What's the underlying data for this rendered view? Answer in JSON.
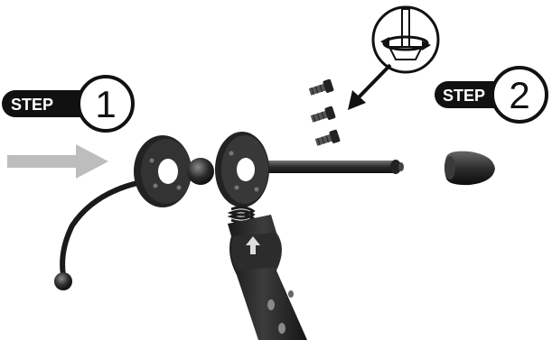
{
  "steps": [
    {
      "word": "STEP",
      "number": "1"
    },
    {
      "word": "STEP",
      "number": "2"
    }
  ],
  "colors": {
    "badge": "#111111",
    "badge_text": "#ffffff",
    "metal": "#2a2a2a",
    "arrow_gray": "#bdbdbd"
  },
  "icons": [
    "step-arrow",
    "screwdriver-rotate-icon",
    "screw",
    "arrow-icon",
    "end-cap"
  ]
}
